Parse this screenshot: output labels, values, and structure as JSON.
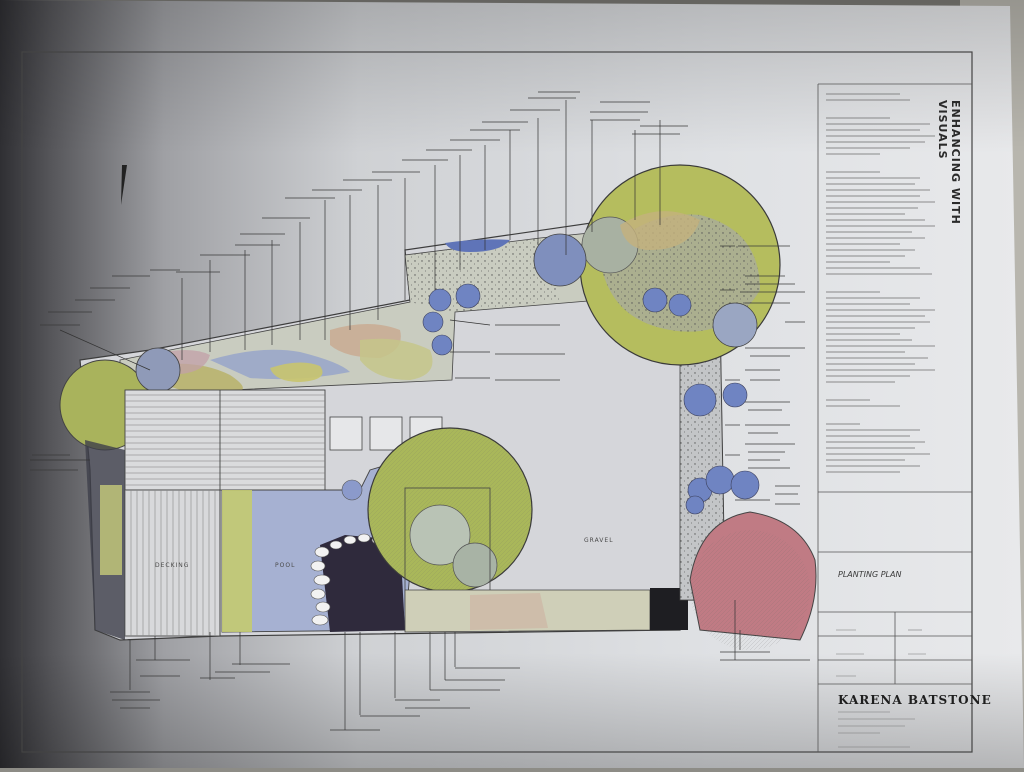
{
  "book": {
    "side_title": "ENHANCING WITH VISUALS"
  },
  "title_block": {
    "drawing_title": "PLANTING PLAN",
    "designer_name": "KARENA BATSTONE"
  },
  "areas": {
    "gravel": "GRAVEL",
    "pool": "POOL",
    "decking": "DECKING"
  },
  "colors": {
    "paper": "#e4e6e8",
    "shadow": "#3b3b3e",
    "paving": "#d9dadd",
    "lawn_green": "#b8c26a",
    "tree_green": "#a9b55a",
    "pond_blue": "#9aa9c9",
    "shrub_blue": "#7c8dbd",
    "rose_red": "#c07c86",
    "ink": "#3a3a3a"
  }
}
